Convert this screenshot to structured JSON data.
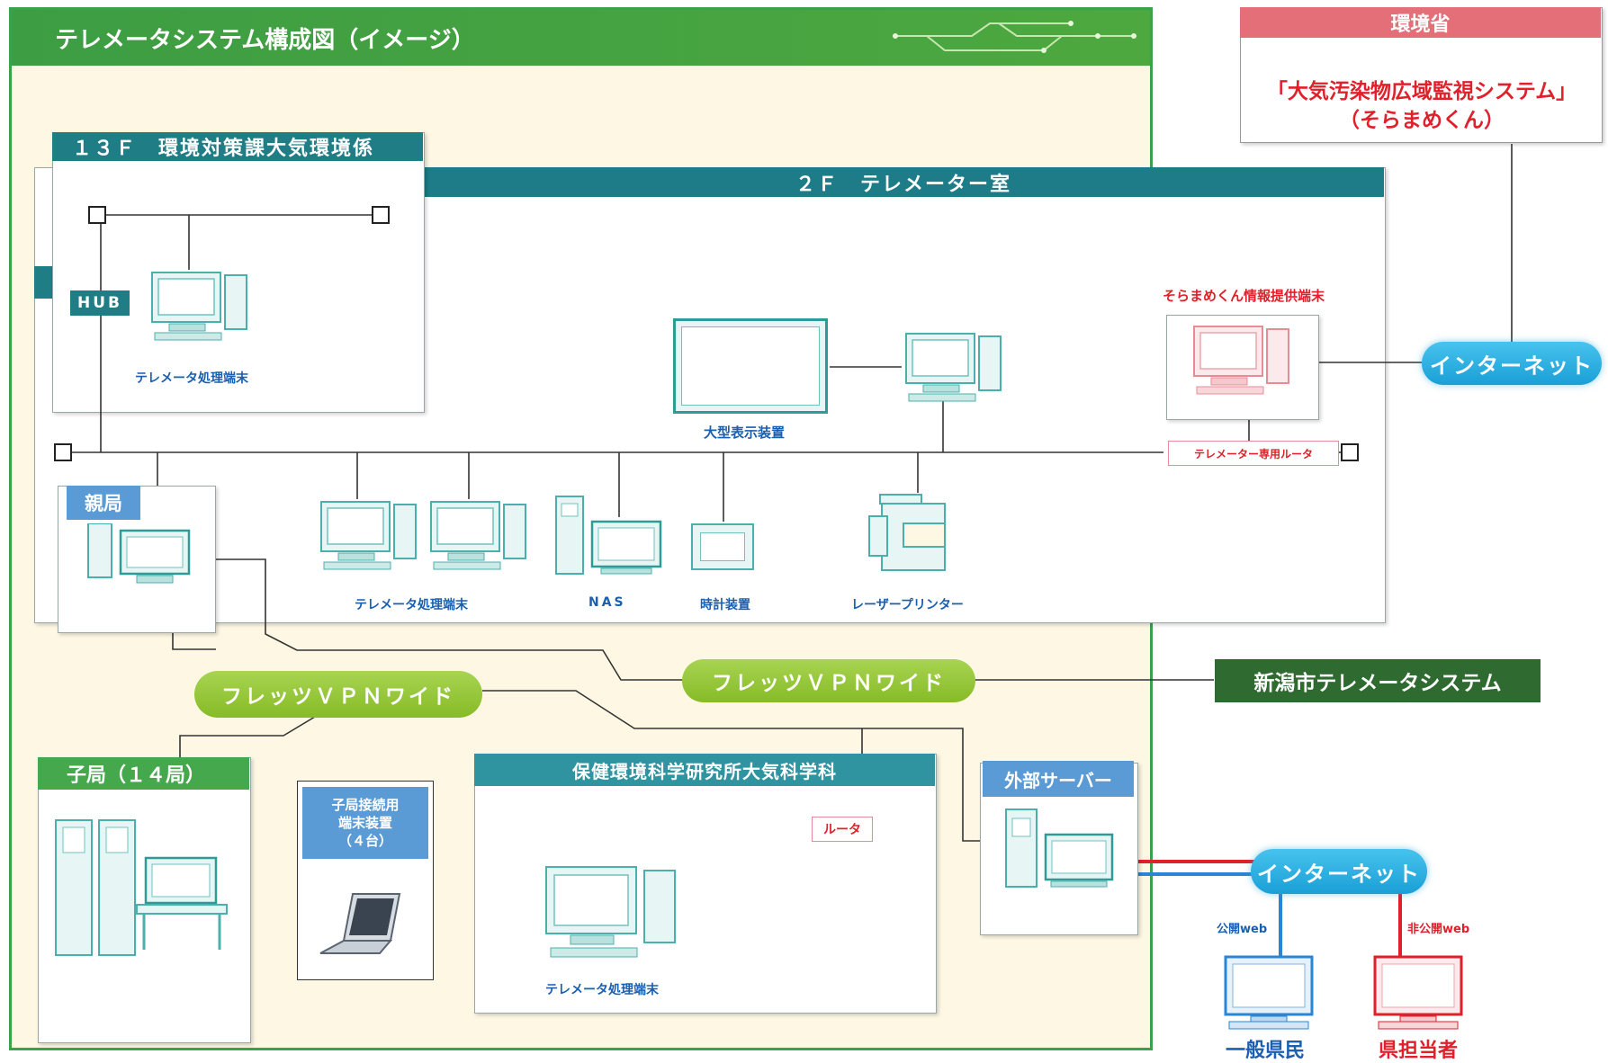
{
  "title": "テレメータシステム構成図（イメージ）",
  "floor13": {
    "header": "１３Ｆ　環境対策課大気環境係",
    "hub": "HUB",
    "terminal": "テレメータ処理端末"
  },
  "floor2": {
    "header": "２Ｆ　テレメーター室",
    "display": "大型表示装置",
    "oyakyoku": "親局",
    "terminals": "テレメータ処理端末",
    "nas": "NAS",
    "clock": "時計装置",
    "printer": "レーザープリンター",
    "soramame_terminal": "そらまめくん情報提供端末",
    "router": "テレメーター専用ルータ"
  },
  "ministry": {
    "header": "環境省",
    "line1": "「大気汚染物広域監視システム」",
    "line2": "（そらまめくん）"
  },
  "internet_top": "インターネット",
  "vpn_left": "フレッツＶＰＮワイド",
  "vpn_right": "フレッツＶＰＮワイド",
  "niigata": "新潟市テレメータシステム",
  "kokyoku": {
    "header": "子局（１４局）"
  },
  "kokyoku_terminal": {
    "line1": "子局接続用",
    "line2": "端末装置",
    "line3": "（４台）"
  },
  "lab": {
    "header": "保健環境科学研究所大気科学科",
    "router": "ルータ",
    "terminal": "テレメータ処理端末"
  },
  "external_server": "外部サーバー",
  "internet_bottom": "インターネット",
  "public_web": "公開web",
  "private_web": "非公開web",
  "general_public": "一般県民",
  "prefecture_staff": "県担当者",
  "colors": {
    "teal": "#1f7d86",
    "green": "#3e9f45",
    "red": "#e0202a",
    "blue": "#1a9fd6",
    "olive": "#2f6b30"
  }
}
